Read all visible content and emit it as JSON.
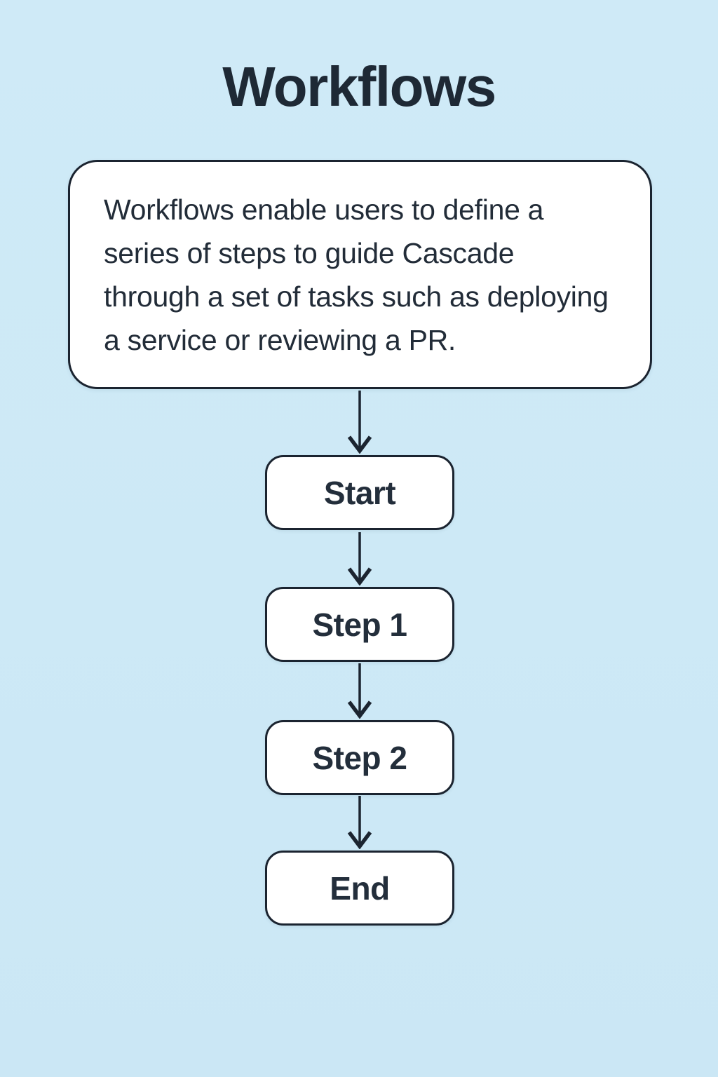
{
  "page": {
    "title": "Workflows",
    "background_color": "#cde9f6",
    "ink_color": "#1b2430",
    "node_fill": "#ffffff"
  },
  "description_card": {
    "text": "Workflows enable users to define a series of steps to guide Cascade through a set of tasks such as deploying a service or reviewing a PR."
  },
  "flow": {
    "direction": "top-to-bottom",
    "nodes": [
      {
        "id": "start",
        "label": "Start"
      },
      {
        "id": "step1",
        "label": "Step 1"
      },
      {
        "id": "step2",
        "label": "Step 2"
      },
      {
        "id": "end",
        "label": "End"
      }
    ],
    "edges": [
      {
        "from": "description",
        "to": "start"
      },
      {
        "from": "start",
        "to": "step1"
      },
      {
        "from": "step1",
        "to": "step2"
      },
      {
        "from": "step2",
        "to": "end"
      }
    ]
  }
}
